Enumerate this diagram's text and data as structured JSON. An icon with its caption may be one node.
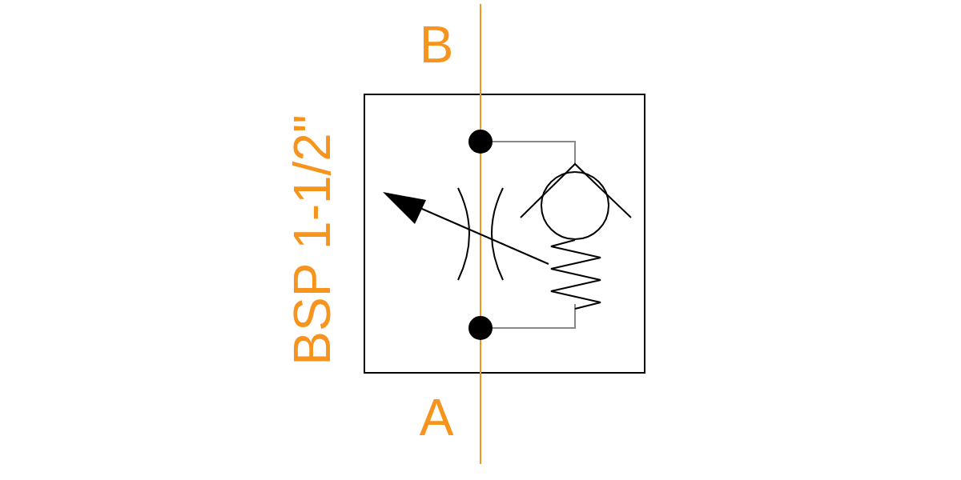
{
  "diagram": {
    "labels": [
      "B",
      "BSP 1-1/2\"",
      "A"
    ]
  }
}
